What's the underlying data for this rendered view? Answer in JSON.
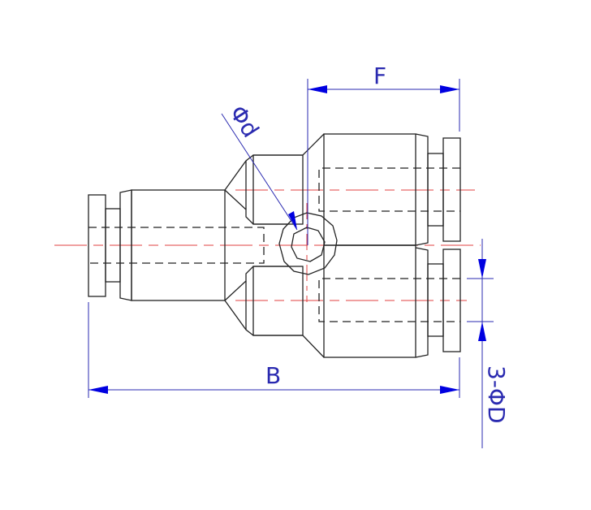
{
  "drawing": {
    "dimension_labels": {
      "F": "F",
      "B": "B",
      "d": "Φd",
      "D": "3-ΦD"
    },
    "colors": {
      "outline": "#222222",
      "centerline": "#e04040",
      "dimension": "#2a2ab0",
      "arrow": "#0000e0"
    }
  }
}
